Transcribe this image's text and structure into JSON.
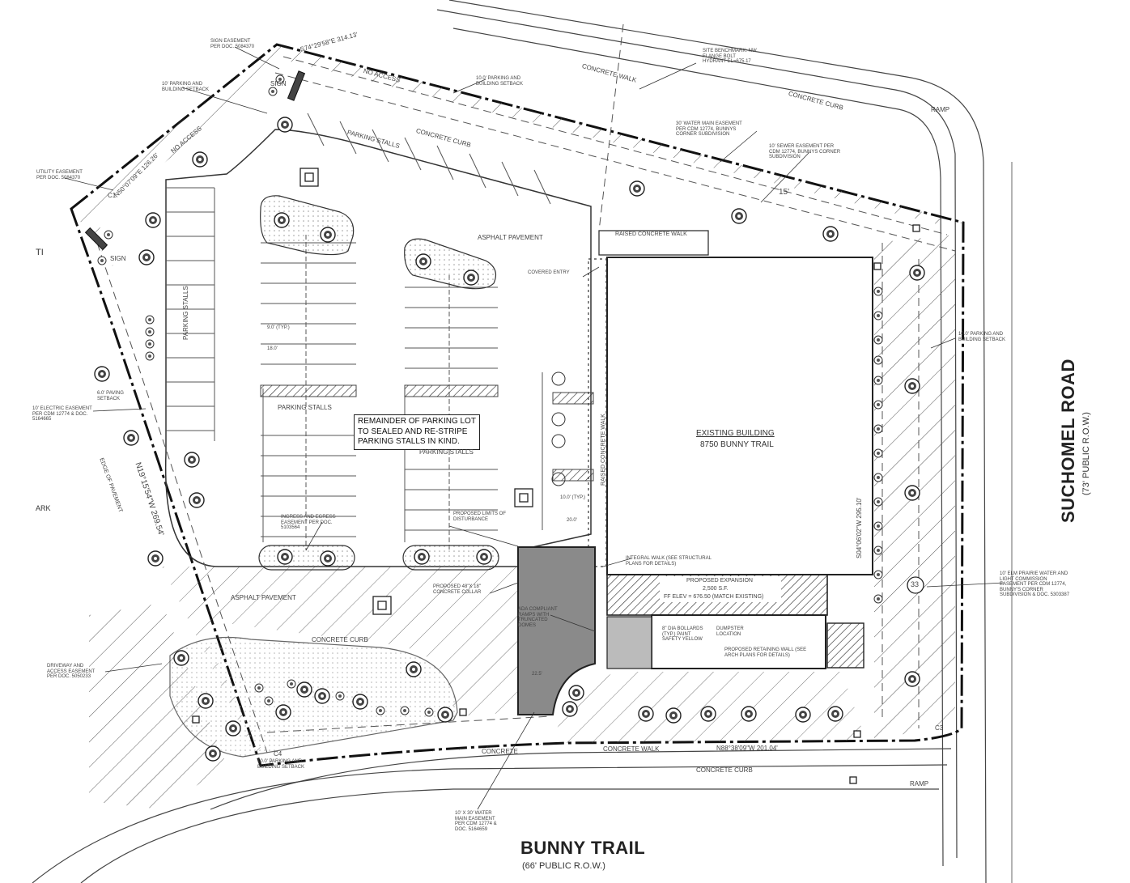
{
  "roads": {
    "bunny_trail": {
      "name": "BUNNY TRAIL",
      "row": "(66' PUBLIC R.O.W.)"
    },
    "suchomel_road": {
      "name": "SUCHOMEL ROAD",
      "row": "(73' PUBLIC R.O.W.)"
    }
  },
  "building": {
    "title": "EXISTING BUILDING",
    "address": "8750 BUNNY TRAIL"
  },
  "expansion": {
    "line1": "PROPOSED EXPANSION",
    "line2": "2,500 S.F.",
    "line3": "FF ELEV = 676.50 (MATCH EXISTING)"
  },
  "parking_note": {
    "line1": "REMAINDER OF PARKING LOT",
    "line2": "TO SEALED AND RE-STRIPE",
    "line3": "PARKING STALLS IN KIND."
  },
  "labels": {
    "asphalt_1": "ASPHALT PAVEMENT",
    "asphalt_2": "ASPHALT PAVEMENT",
    "parking_stalls_1": "PARKING STALLS",
    "parking_stalls_2": "PARKING STALLS",
    "parking_stalls_3": "PARKING STALLS",
    "parking_stalls_vert": "PARKING STALLS",
    "concrete_curb_top": "CONCRETE CURB",
    "concrete_curb_north": "CONCRETE CURB",
    "concrete_curb_mid": "CONCRETE CURB",
    "concrete_curb_south": "CONCRETE CURB",
    "concrete_walk_north": "CONCRETE WALK",
    "concrete_walk_south": "CONCRETE WALK",
    "concrete_south": "CONCRETE",
    "no_access_1": "NO ACCESS",
    "no_access_2": "NO ACCESS",
    "ramp_north": "RAMP",
    "ramp_south": "RAMP",
    "sign_1": "SIGN",
    "sign_2": "SIGN",
    "raised_walk": "RAISED CONCRETE WALK",
    "raised_walk_vert": "RAISED CONCRETE WALK",
    "bearing_north": "S74°29'58\"E   314.13'",
    "bearing_nw": "N50°07'09\"E   126.26'",
    "bearing_west": "N19°15'54\"W   269.54'",
    "bearing_east": "S04°06'02\"W   295.10'",
    "bearing_south": "N88°38'09\"W   201.04'",
    "c4": "C4",
    "c3": "C3",
    "c1": "C1",
    "fifteen": "15'",
    "dim_9": "9.0' (TYP.)",
    "dim_18": "18.0'",
    "dim_10": "10.0' (TYP.)",
    "dim_20": "20.0'",
    "dim_22": "22.5'",
    "stall_id": "33",
    "ada_note": "ADA COMPLIANT RAMPS WITH TRUNCATED DOMES",
    "limits": "PROPOSED LIMITS OF DISTURBANCE",
    "integral_walk": "INTEGRAL WALK (SEE STRUCTURAL PLANS FOR DETAILS)",
    "bollards": "8\" DIA BOLLARDS (TYP.) PAINT SAFETY YELLOW",
    "dumpster": "DUMPSTER LOCATION",
    "retaining_wall": "PROPOSED RETAINING WALL (SEE ARCH PLANS FOR DETAILS)",
    "covered_entry": "COVERED ENTRY",
    "collar": "PROPOSED 48\"X 18\" CONCRETE COLLAR",
    "ingress": "INGRESS AND EGRESS EASEMENT PER DOC. 5103564",
    "sign_easement": "SIGN EASEMENT PER DOC. 5084370",
    "setback_10_nw": "10' PARKING AND BUILDING SETBACK",
    "setback_10_n": "10.0' PARKING AND BUILDING SETBACK",
    "setback_10_e": "10.0' PARKING AND BUILDING SETBACK",
    "setback_10_s": "10.0' PARKING AND BUILDING SETBACK",
    "setback_60": "6.0' PAVING SETBACK",
    "utility_easement": "UTILITY EASEMENT PER DOC. 5084370",
    "electric_easement": "10' ELECTRIC EASEMENT PER CDM 12774 & DOC. 5164665",
    "driveway_easement": "DRIVEWAY AND ACCESS EASEMENT PER DOC. 5050233",
    "water_main_1": "30' WATER MAIN EASEMENT PER CDM 12774, BUNNYS CORNER SUBDIVISION",
    "sewer_easement": "10' SEWER EASEMENT PER CDM 12774, BUNNYS CORNER SUBDIVISION",
    "benchmark": "SITE BENCHMARK: NW FLANGE BOLT HYDRANT EL=675.17",
    "prairie_water": "10' ELM PRAIRIE WATER AND LIGHT COMMISSION EASEMENT PER CDM 12774, BUNNY'S CORNER SUBDIVISION & DOC. 5303387",
    "water_main_2": "10' X 30' WATER MAIN EASEMENT PER CDM 12774 & DOC. 5164659",
    "edge_pavement": "EDGE OF PAVEMENT",
    "left_cut_1": "TI",
    "left_cut_2": "ARK"
  }
}
